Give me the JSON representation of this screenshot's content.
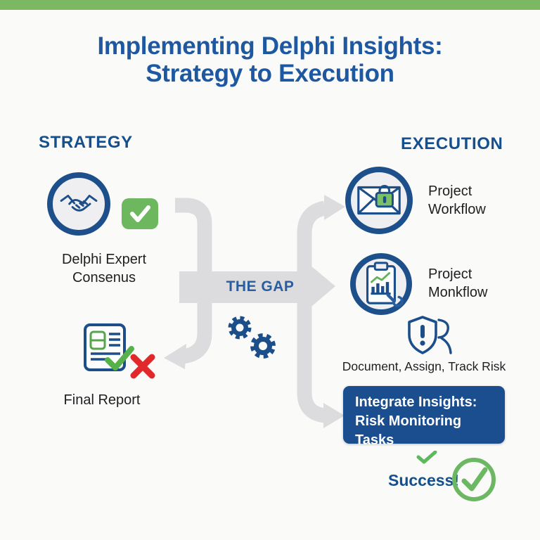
{
  "header": {
    "title_line1": "Implementing Delphi Insights:",
    "title_line2": "Strategy to Execution"
  },
  "columns": {
    "strategy_header": "STRATEGY",
    "execution_header": "EXECUTION"
  },
  "strategy": {
    "consensus": {
      "line1": "Delphi Expert",
      "line2": "Consenus"
    },
    "final_report": "Final Report"
  },
  "gap": {
    "label": "THE GAP"
  },
  "execution": {
    "workflow": {
      "line1": "Project",
      "line2": "Workflow"
    },
    "monkflow": {
      "line1": "Project",
      "line2": "Monkflow"
    },
    "track_risk": "Document, Assign, Track Risk",
    "integrate": {
      "line1": "Integrate Insights:",
      "line2": "Risk Monitoring Tasks"
    },
    "success": "Success!"
  },
  "colors": {
    "accent_green": "#7cb862",
    "badge_green": "#6db85f",
    "accent_blue": "#1d4f8a",
    "title_blue": "#1e58a0",
    "box_blue": "#1b4e8f",
    "arrow_gray": "#dcdcde",
    "error_red": "#e1282b"
  },
  "icons": {
    "handshake": "handshake-icon",
    "check_badge": "checkmark-badge-icon",
    "report": "document-report-icon",
    "cross": "red-cross-icon",
    "gears": "gears-icon",
    "envelope_lock": "envelope-lock-icon",
    "clipboard_chart": "clipboard-chart-wrench-icon",
    "shield_alert": "shield-alert-icon",
    "success_check": "success-check-icon"
  }
}
